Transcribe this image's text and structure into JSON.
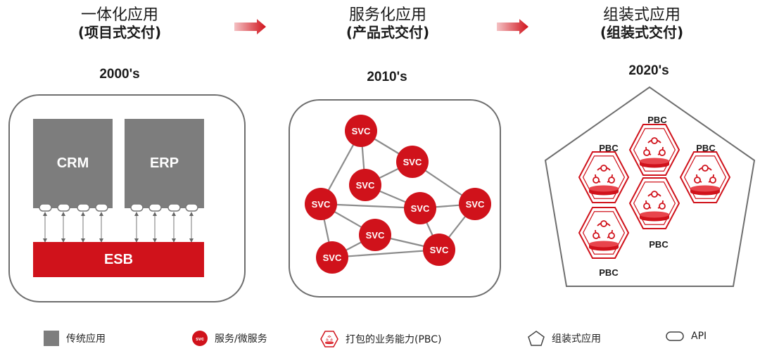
{
  "eras": [
    {
      "title": "一体化应用",
      "subtitle": "(项目式交付)",
      "year": "2000's"
    },
    {
      "title": "服务化应用",
      "subtitle": "(产品式交付)",
      "year": "2010's"
    },
    {
      "title": "组装式应用",
      "subtitle": "(组装式交付)",
      "year": "2020's"
    }
  ],
  "monolith": {
    "crm_label": "CRM",
    "erp_label": "ERP",
    "esb_label": "ESB"
  },
  "services": {
    "node_label": "SVC"
  },
  "composable": {
    "pbc_label": "PBC"
  },
  "legend": [
    {
      "label": "传统应用",
      "icon": "gray-square-icon"
    },
    {
      "label": "服务/微服务",
      "icon": "svc-circle-icon"
    },
    {
      "label": "打包的业务能力(PBC)",
      "icon": "pbc-hexagon-icon"
    },
    {
      "label": "组装式应用",
      "icon": "pentagon-icon"
    },
    {
      "label": "API",
      "icon": "api-pill-icon"
    }
  ],
  "colors": {
    "accent_red": "#d0121b",
    "gray_block": "#7d7d7d",
    "outline_gray": "#6e6e6e"
  }
}
